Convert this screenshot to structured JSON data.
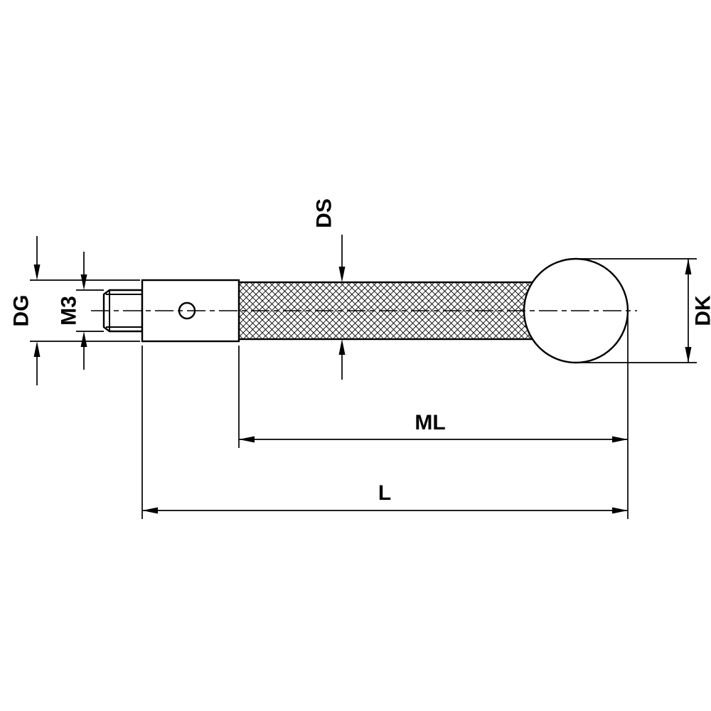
{
  "drawing": {
    "labels": {
      "dg": "DG",
      "m3": "M3",
      "ds": "DS",
      "dk": "DK",
      "ml": "ML",
      "l": "L"
    },
    "colors": {
      "line": "#000000",
      "background": "#ffffff"
    }
  }
}
